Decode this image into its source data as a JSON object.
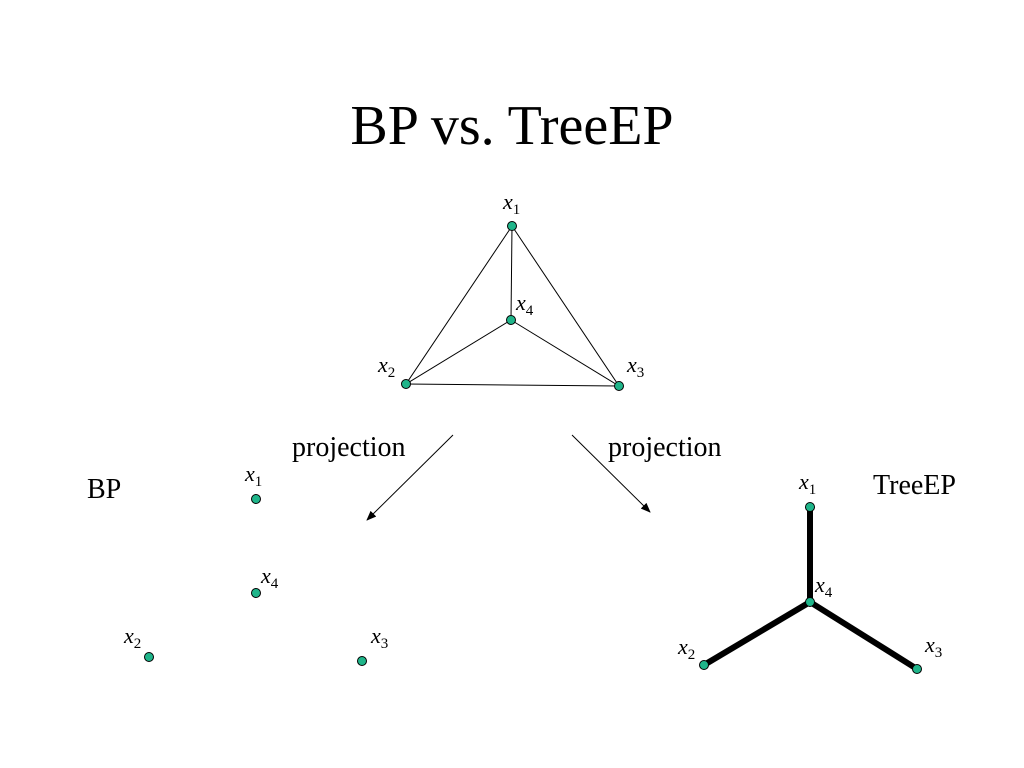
{
  "slide": {
    "title": "BP vs. TreeEP"
  },
  "labels": {
    "left_projection": "projection",
    "right_projection": "projection",
    "bp": "BP",
    "treeep": "TreeEP"
  },
  "variables": {
    "x1": {
      "base": "x",
      "sub": "1"
    },
    "x2": {
      "base": "x",
      "sub": "2"
    },
    "x3": {
      "base": "x",
      "sub": "3"
    },
    "x4": {
      "base": "x",
      "sub": "4"
    }
  },
  "colors": {
    "node_fill": "#1fb58a",
    "node_stroke": "#000000",
    "edge": "#000000"
  }
}
